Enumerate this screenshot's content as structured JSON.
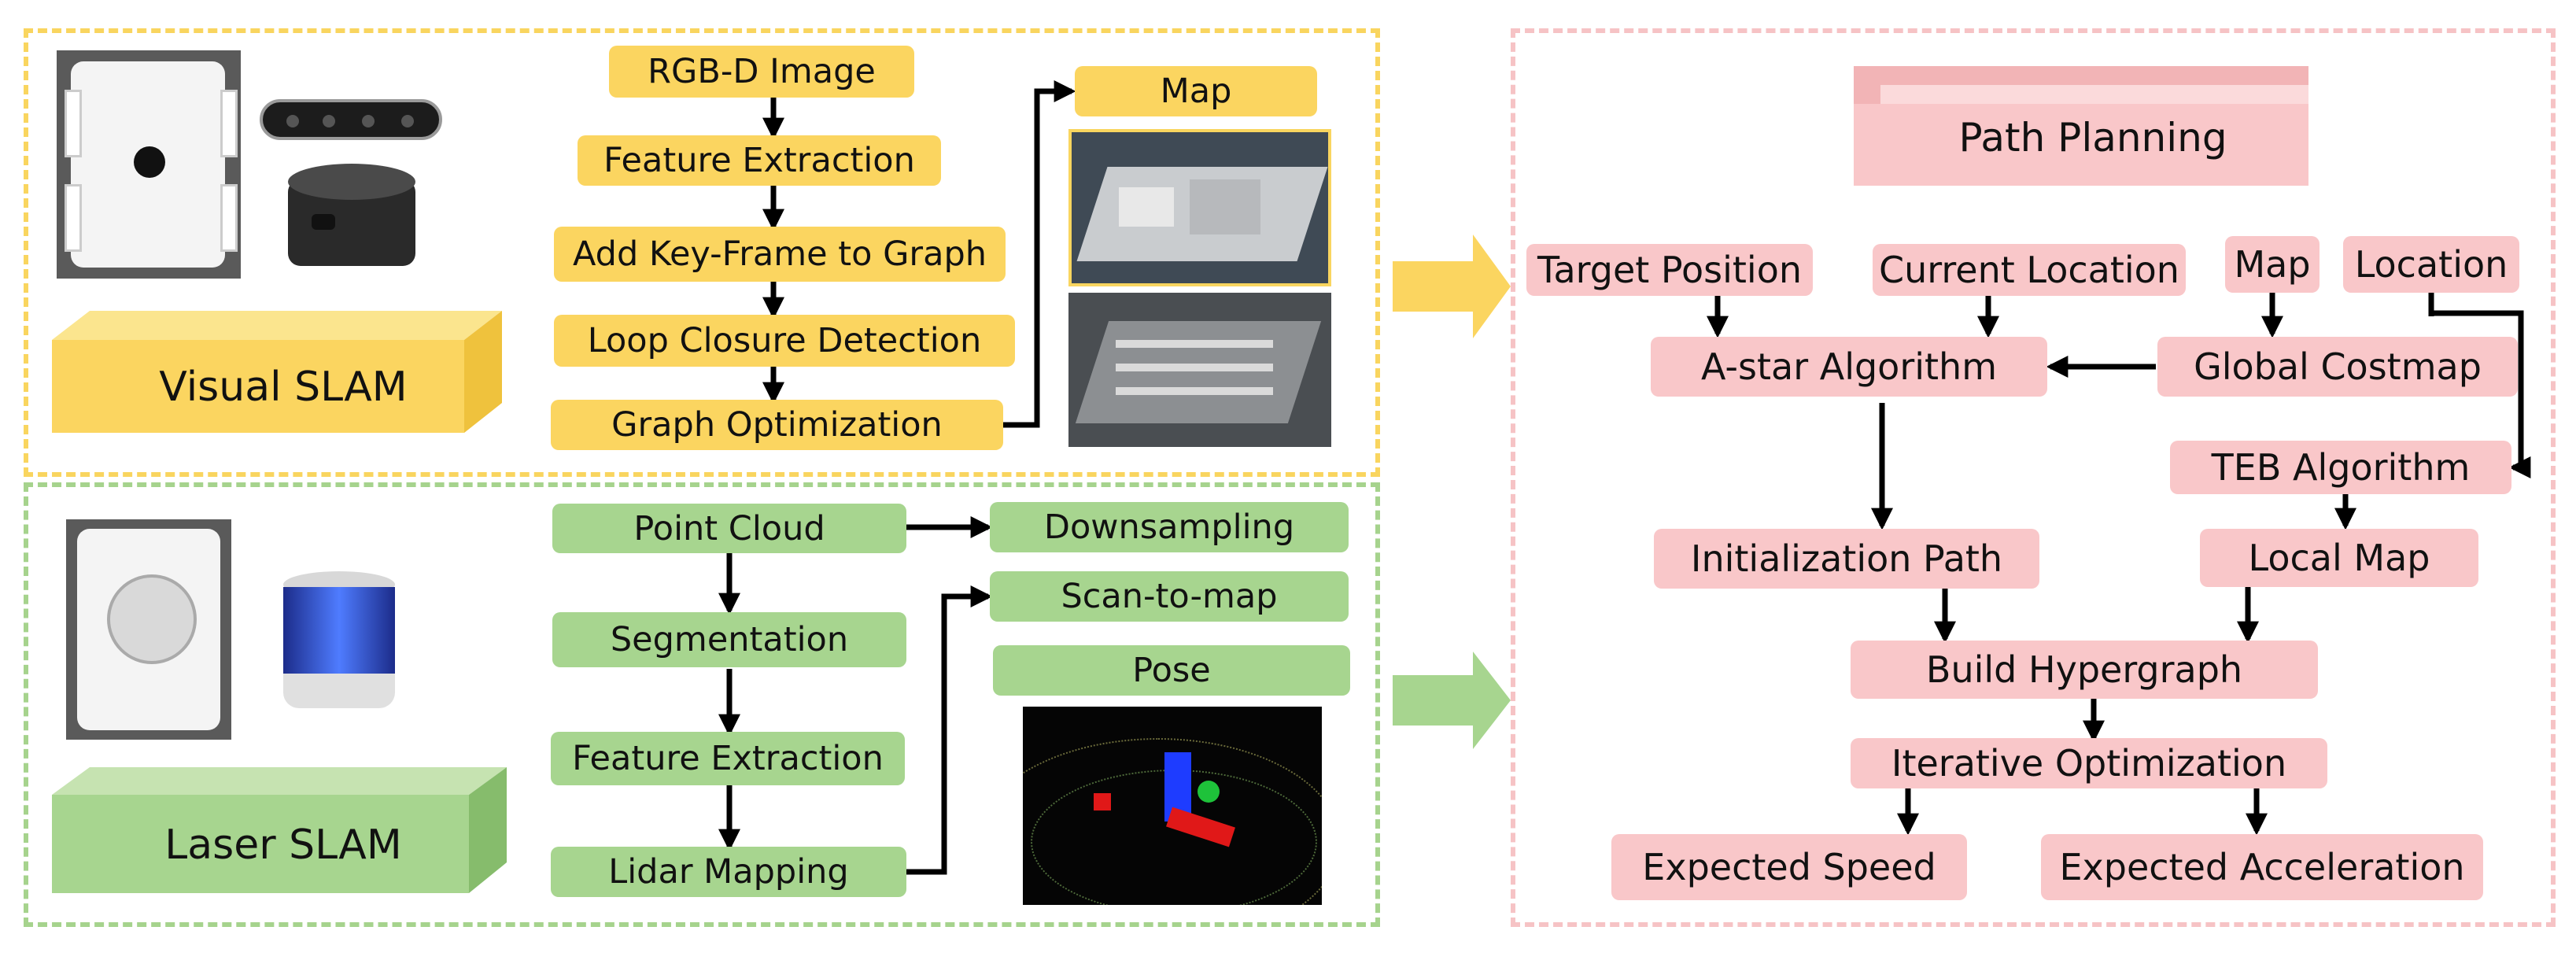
{
  "visual": {
    "title": "Visual SLAM",
    "flow": [
      "RGB-D Image",
      "Feature Extraction",
      "Add Key-Frame to Graph",
      "Loop Closure Detection",
      "Graph Optimization"
    ],
    "map_label": "Map"
  },
  "laser": {
    "title": "Laser SLAM",
    "flow": [
      "Point Cloud",
      "Segmentation",
      "Feature Extraction",
      "Lidar Mapping"
    ],
    "side": [
      "Downsampling",
      "Scan-to-map",
      "Pose"
    ]
  },
  "planning": {
    "title": "Path Planning",
    "target": "Target Position",
    "current": "Current Location",
    "map": "Map",
    "location": "Location",
    "astar": "A-star Algorithm",
    "costmap": "Global Costmap",
    "teb": "TEB Algorithm",
    "init_path": "Initialization Path",
    "local_map": "Local Map",
    "hypergraph": "Build Hypergraph",
    "iterative": "Iterative Optimization",
    "speed": "Expected Speed",
    "accel": "Expected Acceleration"
  },
  "colors": {
    "visual_accent": "#F9D55F",
    "laser_accent": "#A6D38D",
    "planning_accent": "#F6C3C5"
  }
}
